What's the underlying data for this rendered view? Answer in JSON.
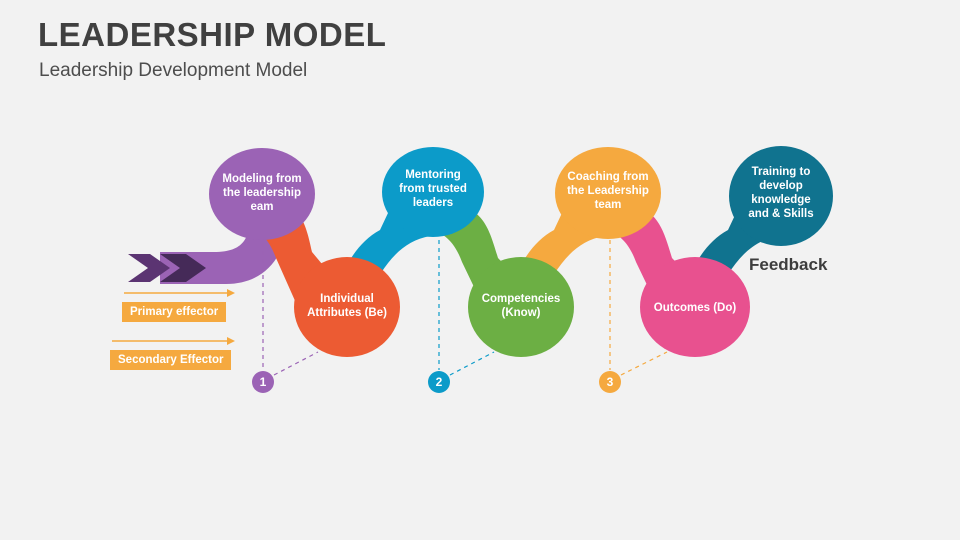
{
  "header": {
    "title": "LEADERSHIP MODEL",
    "subtitle": "Leadership Development Model"
  },
  "colors": {
    "background": "#f2f2f2",
    "purple": "#9b63b5",
    "purple_dark": "#5b3472",
    "orange_red": "#ec5b33",
    "blue": "#0c9bc9",
    "green": "#6caf44",
    "amber": "#f5a93f",
    "pink": "#e8518f",
    "teal_dark": "#10738f",
    "title_gray": "#404040"
  },
  "diagram": {
    "type": "process-flow",
    "entry_arrow": {
      "name": "chevron-arrow",
      "color": "#5b3472",
      "chevrons": 2
    },
    "nodes": [
      {
        "id": "modeling",
        "label": "Modeling from\nthe leadership\neam",
        "color": "#9b63b5",
        "position": "top"
      },
      {
        "id": "individual",
        "label": "Individual\nAttributes (Be)",
        "color": "#ec5b33",
        "position": "bottom"
      },
      {
        "id": "mentoring",
        "label": "Mentoring\nfrom trusted\nleaders",
        "color": "#0c9bc9",
        "position": "top"
      },
      {
        "id": "competencies",
        "label": "Competencies\n(Know)",
        "color": "#6caf44",
        "position": "bottom"
      },
      {
        "id": "coaching",
        "label": "Coaching from\nthe Leadership\nteam",
        "color": "#f5a93f",
        "position": "top"
      },
      {
        "id": "outcomes",
        "label": "Outcomes (Do)",
        "color": "#e8518f",
        "position": "bottom"
      },
      {
        "id": "training",
        "label": "Training to\ndevelop\nknowledge\nand  & Skills",
        "color": "#10738f",
        "position": "top"
      }
    ],
    "markers": [
      {
        "number": "1",
        "color": "#9b63b5"
      },
      {
        "number": "2",
        "color": "#0c9bc9"
      },
      {
        "number": "3",
        "color": "#f5a93f"
      }
    ],
    "legend": [
      {
        "id": "primary",
        "label": "Primary effector",
        "color": "#f5a93f"
      },
      {
        "id": "secondary",
        "label": "Secondary Effector",
        "color": "#f5a93f"
      }
    ],
    "feedback_label": "Feedback"
  }
}
